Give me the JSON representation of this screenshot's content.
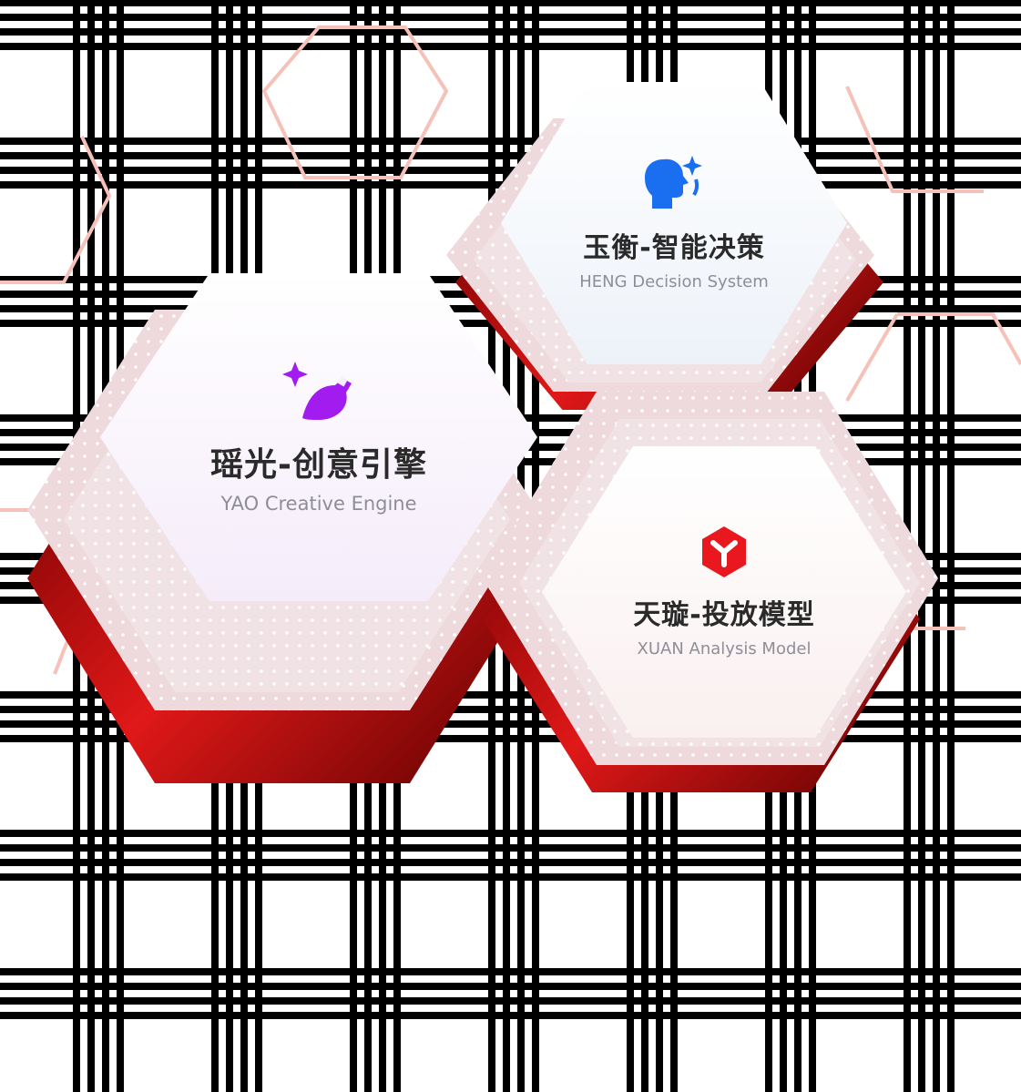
{
  "cards": [
    {
      "id": "yao",
      "title": "瑶光-创意引擎",
      "subtitle": "YAO Creative Engine",
      "icon": "magic-lamp-icon",
      "icon_color": "#a21cf0",
      "face_color": "#f7eefb"
    },
    {
      "id": "heng",
      "title": "玉衡-智能决策",
      "subtitle": "HENG Decision System",
      "icon": "head-sparkle-icon",
      "icon_color": "#1a6ef0",
      "face_color": "#f1f4f9"
    },
    {
      "id": "xuan",
      "title": "天璇-投放模型",
      "subtitle": "XUAN Analysis Model",
      "icon": "red-hex-y-icon",
      "icon_color": "#e8181e",
      "face_color": "#fbf2f2"
    }
  ],
  "colors": {
    "outline": "#f5c1b8",
    "shadow_red": "#d01010",
    "title": "#2a2a2a",
    "subtitle": "#8e8e98"
  }
}
